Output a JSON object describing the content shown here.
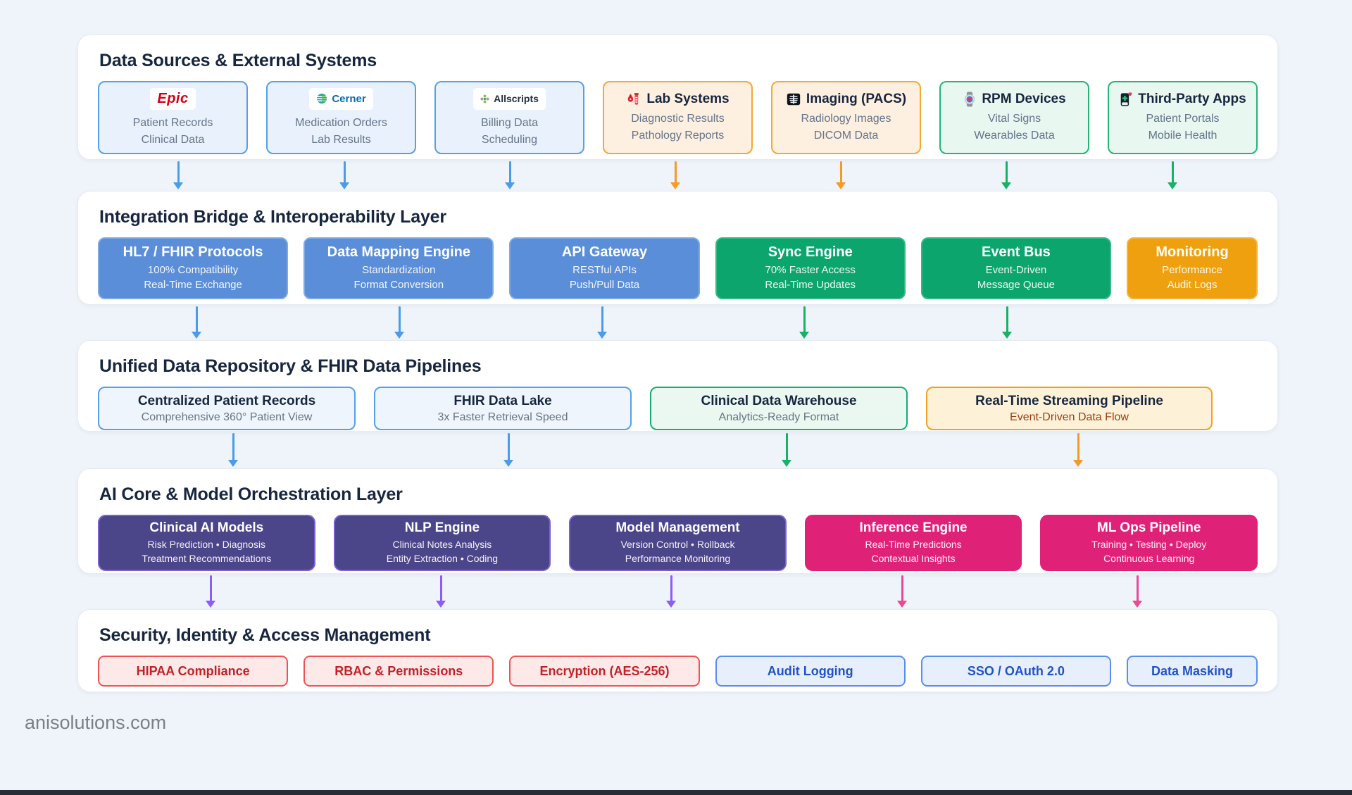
{
  "colors": {
    "page_background": "#eff4fa",
    "arrow_blue": "#4a9ceb",
    "arrow_orange": "#f59a23",
    "arrow_green": "#16b364",
    "arrow_violet": "#8b5cf6",
    "arrow_pink": "#ec4899",
    "node_blue": "#5b8ed8",
    "node_green": "#0ca56e",
    "node_orange": "#efa00f",
    "node_purple": "#4b4589",
    "node_pink": "#df2277",
    "security_red_text": "#c22127",
    "security_blue_text": "#2053c5"
  },
  "sources": {
    "title": "Data Sources & External Systems",
    "cards": [
      {
        "logo": "Epic",
        "lines": [
          "Patient Records",
          "Clinical Data"
        ]
      },
      {
        "logo": "Cerner",
        "lines": [
          "Medication Orders",
          "Lab Results"
        ]
      },
      {
        "logo": "Allscripts",
        "lines": [
          "Billing Data",
          "Scheduling"
        ]
      },
      {
        "icon": "blood-test-icon",
        "title": "Lab Systems",
        "lines": [
          "Diagnostic Results",
          "Pathology Reports"
        ]
      },
      {
        "icon": "xray-icon",
        "title": "Imaging (PACS)",
        "lines": [
          "Radiology Images",
          "DICOM Data"
        ]
      },
      {
        "icon": "smartwatch-icon",
        "title": "RPM Devices",
        "lines": [
          "Vital Signs",
          "Wearables Data"
        ]
      },
      {
        "icon": "mobile-health-icon",
        "title": "Third-Party Apps",
        "lines": [
          "Patient Portals",
          "Mobile Health"
        ]
      }
    ]
  },
  "integration": {
    "title": "Integration Bridge & Interoperability Layer",
    "boxes": [
      {
        "title": "HL7 / FHIR Protocols",
        "lines": [
          "100% Compatibility",
          "Real-Time Exchange"
        ]
      },
      {
        "title": "Data Mapping Engine",
        "lines": [
          "Standardization",
          "Format Conversion"
        ]
      },
      {
        "title": "API Gateway",
        "lines": [
          "RESTful APIs",
          "Push/Pull Data"
        ]
      },
      {
        "title": "Sync Engine",
        "lines": [
          "70% Faster Access",
          "Real-Time Updates"
        ]
      },
      {
        "title": "Event Bus",
        "lines": [
          "Event-Driven",
          "Message Queue"
        ]
      },
      {
        "title": "Monitoring",
        "lines": [
          "Performance",
          "Audit Logs"
        ]
      }
    ]
  },
  "repository": {
    "title": "Unified Data Repository & FHIR Data Pipelines",
    "boxes": [
      {
        "title": "Centralized Patient Records",
        "subtitle": "Comprehensive 360° Patient View"
      },
      {
        "title": "FHIR Data Lake",
        "subtitle": "3x Faster Retrieval Speed"
      },
      {
        "title": "Clinical Data Warehouse",
        "subtitle": "Analytics-Ready Format"
      },
      {
        "title": "Real-Time Streaming Pipeline",
        "subtitle": "Event-Driven Data Flow"
      }
    ]
  },
  "ai_core": {
    "title": "AI Core & Model Orchestration Layer",
    "boxes": [
      {
        "title": "Clinical AI Models",
        "lines": [
          "Risk Prediction • Diagnosis",
          "Treatment Recommendations"
        ]
      },
      {
        "title": "NLP Engine",
        "lines": [
          "Clinical Notes Analysis",
          "Entity Extraction • Coding"
        ]
      },
      {
        "title": "Model Management",
        "lines": [
          "Version Control • Rollback",
          "Performance Monitoring"
        ]
      },
      {
        "title": "Inference Engine",
        "lines": [
          "Real-Time Predictions",
          "Contextual Insights"
        ]
      },
      {
        "title": "ML Ops Pipeline",
        "lines": [
          "Training • Testing • Deploy",
          "Continuous Learning"
        ]
      }
    ]
  },
  "security": {
    "title": "Security, Identity & Access Management",
    "boxes": [
      {
        "label": "HIPAA Compliance"
      },
      {
        "label": "RBAC & Permissions"
      },
      {
        "label": "Encryption (AES-256)"
      },
      {
        "label": "Audit Logging"
      },
      {
        "label": "SSO / OAuth 2.0"
      },
      {
        "label": "Data Masking"
      }
    ]
  },
  "footer": {
    "text": "anisolutions.com"
  }
}
